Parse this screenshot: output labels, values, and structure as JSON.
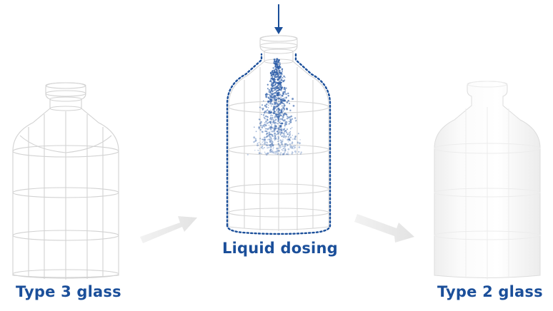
{
  "labels": {
    "type3": "Type 3 glass",
    "dosing": "Liquid dosing",
    "type2": "Type 2 glass"
  },
  "colors": {
    "label": "#1b4f9a",
    "arrow_down": "#1b4f9a",
    "dotted_coating": "#1b4f9a",
    "spray": "#2e5ea8",
    "flow_arrow": "#e6e6e6",
    "wireframe": "#d2d2d2",
    "frosted_fill": "#f4f4f4"
  },
  "icons": [
    "down-arrow-icon",
    "right-arrow-icon"
  ]
}
